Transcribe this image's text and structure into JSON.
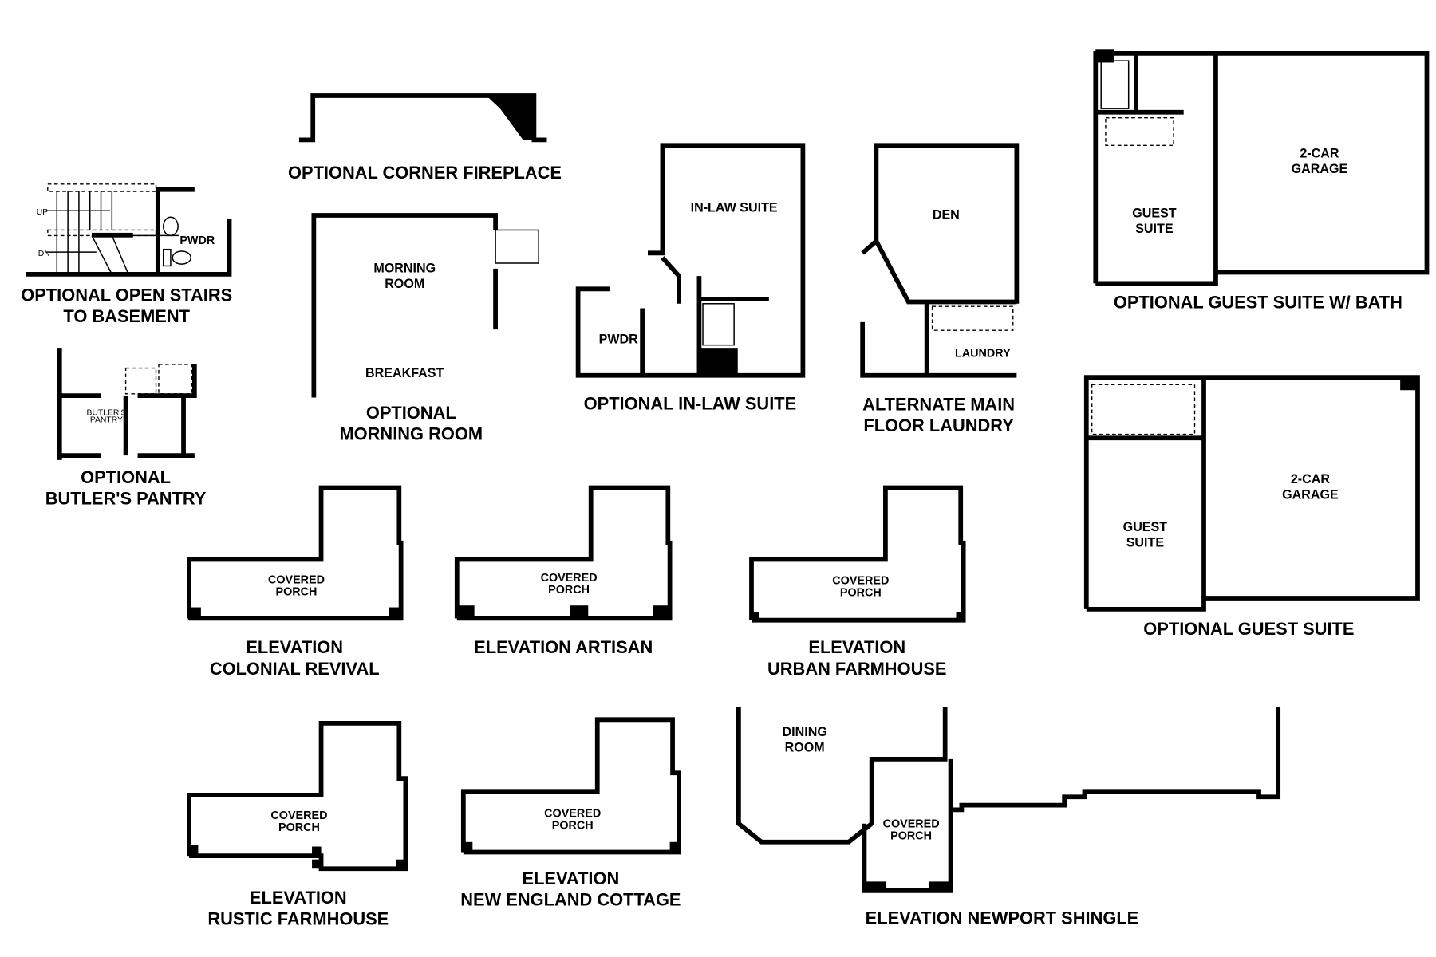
{
  "options": {
    "open_stairs": {
      "title_1": "OPTIONAL OPEN STAIRS",
      "title_2": "TO BASEMENT",
      "up": "UP",
      "dn": "DN",
      "pwdr": "PWDR"
    },
    "butlers_pantry": {
      "title_1": "OPTIONAL",
      "title_2": "BUTLER'S PANTRY",
      "room_1": "BUTLER'S",
      "room_2": "PANTRY"
    },
    "corner_fireplace": {
      "title": "OPTIONAL CORNER FIREPLACE"
    },
    "morning_room": {
      "title_1": "OPTIONAL",
      "title_2": "MORNING ROOM",
      "room_1": "MORNING",
      "room_2": "ROOM",
      "breakfast": "BREAKFAST"
    },
    "in_law_suite": {
      "title": "OPTIONAL IN-LAW SUITE",
      "room": "IN-LAW SUITE",
      "pwdr": "PWDR"
    },
    "laundry": {
      "title_1": "ALTERNATE MAIN",
      "title_2": "FLOOR LAUNDRY",
      "den": "DEN",
      "laundry": "LAUNDRY"
    },
    "guest_suite_bath": {
      "title": "OPTIONAL GUEST SUITE W/ BATH",
      "guest_1": "GUEST",
      "guest_2": "SUITE",
      "garage_1": "2-CAR",
      "garage_2": "GARAGE"
    },
    "guest_suite": {
      "title": "OPTIONAL GUEST SUITE",
      "guest_1": "GUEST",
      "guest_2": "SUITE",
      "garage_1": "2-CAR",
      "garage_2": "GARAGE"
    }
  },
  "elevations": [
    {
      "title_1": "ELEVATION",
      "title_2": "COLONIAL REVIVAL",
      "porch_1": "COVERED",
      "porch_2": "PORCH"
    },
    {
      "title_1": "ELEVATION ARTISAN",
      "title_2": "",
      "porch_1": "COVERED",
      "porch_2": "PORCH"
    },
    {
      "title_1": "ELEVATION",
      "title_2": "URBAN FARMHOUSE",
      "porch_1": "COVERED",
      "porch_2": "PORCH"
    },
    {
      "title_1": "ELEVATION",
      "title_2": "RUSTIC FARMHOUSE",
      "porch_1": "COVERED",
      "porch_2": "PORCH"
    },
    {
      "title_1": "ELEVATION",
      "title_2": "NEW ENGLAND COTTAGE",
      "porch_1": "COVERED",
      "porch_2": "PORCH"
    },
    {
      "title_1": "ELEVATION NEWPORT SHINGLE",
      "title_2": "",
      "porch_1": "COVERED",
      "porch_2": "PORCH",
      "dining_1": "DINING",
      "dining_2": "ROOM"
    }
  ]
}
